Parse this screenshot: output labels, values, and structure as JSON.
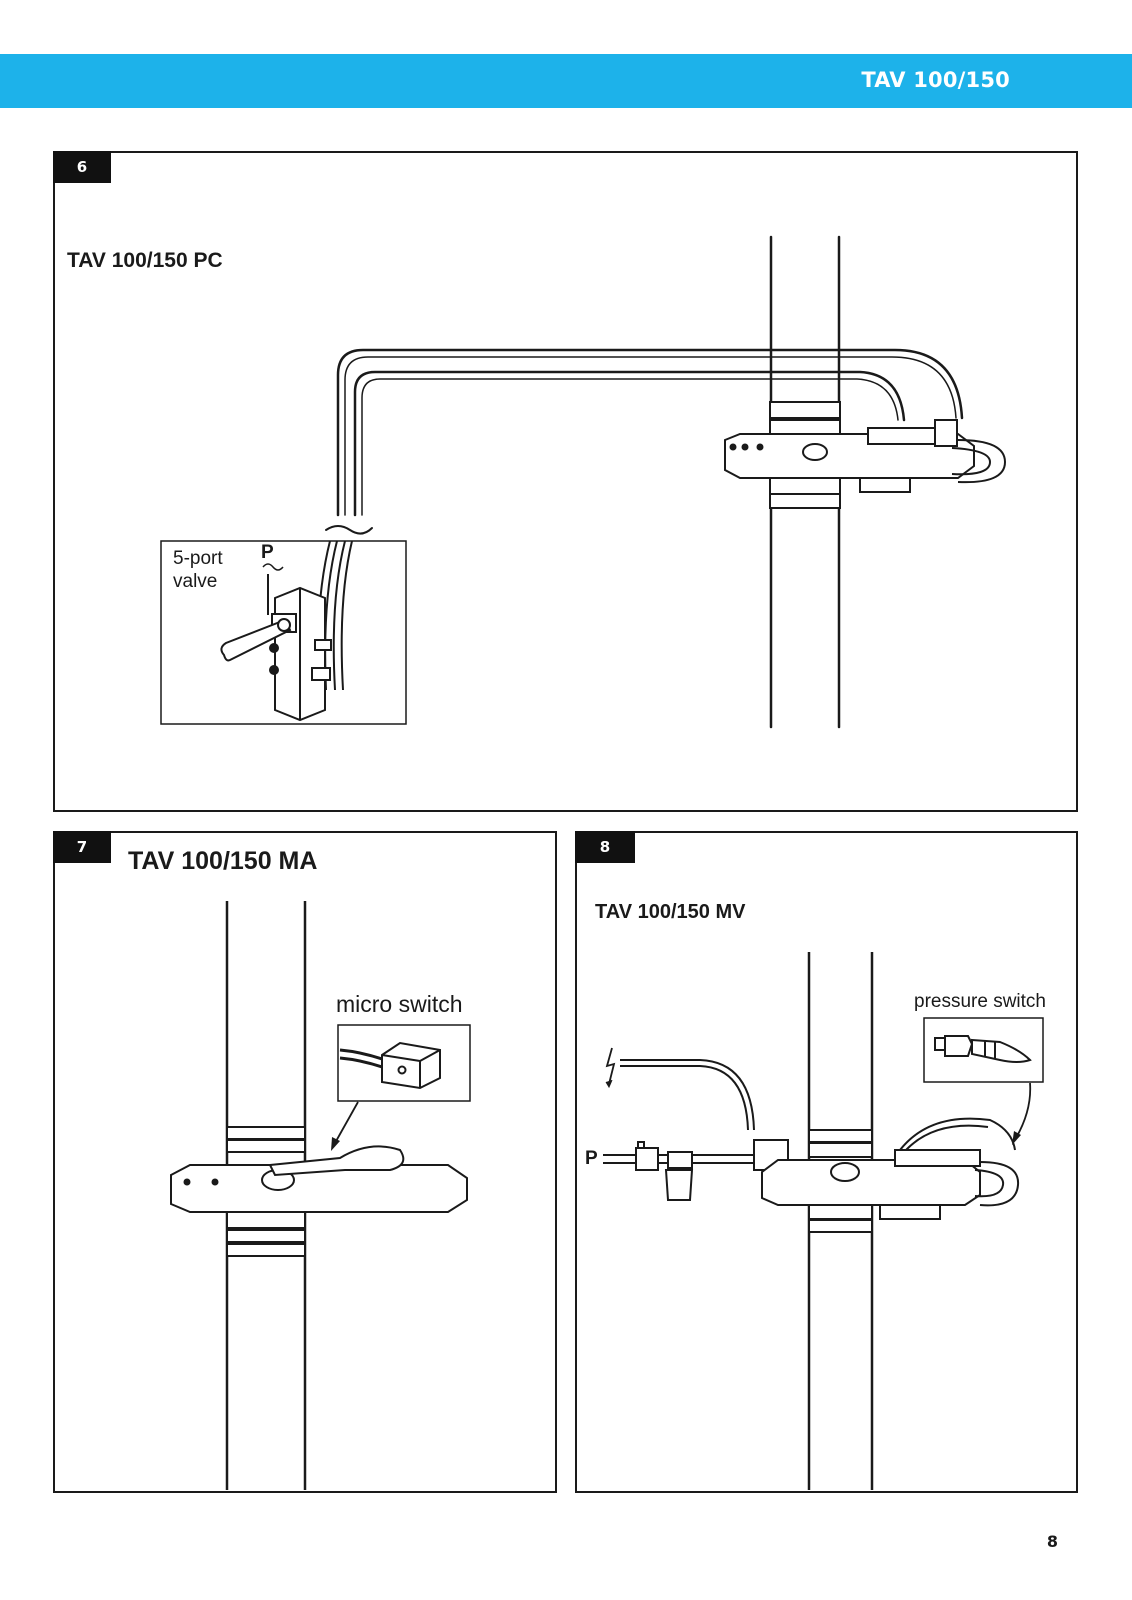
{
  "header": {
    "title": "TAV 100/150"
  },
  "panels": [
    {
      "number": "6",
      "title": "TAV 100/150 PC",
      "inset_label": "5-port\nvalve",
      "port_label": "P"
    },
    {
      "number": "7",
      "title": "TAV 100/150 MA",
      "inset_label": "micro switch"
    },
    {
      "number": "8",
      "title": "TAV 100/150 MV",
      "inset_label": "pressure switch",
      "port_label": "P"
    }
  ],
  "footer": {
    "page_number": "8"
  },
  "colors": {
    "header_bar": "#1db2ea",
    "line": "#1a1a1a",
    "badge": "#111111"
  }
}
